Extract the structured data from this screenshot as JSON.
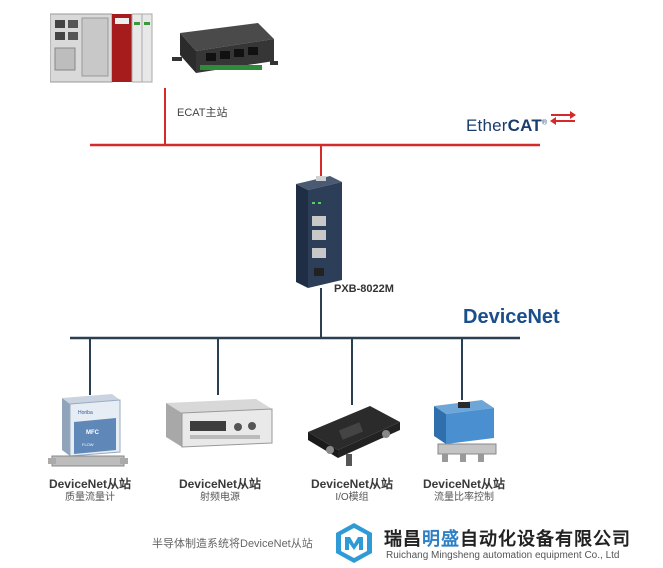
{
  "diagram": {
    "master_label": "ECAT主站",
    "gateway_label": "PXB-8022M",
    "ethercat_logo": {
      "prefix": "Ether",
      "suffix": "CAT",
      "mark": "®"
    },
    "devicenet_logo": "DeviceNet",
    "slaves": [
      {
        "title": "DeviceNet从站",
        "subtitle": "质量流量计"
      },
      {
        "title": "DeviceNet从站",
        "subtitle": "射频电源"
      },
      {
        "title": "DeviceNet从站",
        "subtitle": "I/O模组"
      },
      {
        "title": "DeviceNet从站",
        "subtitle": "流量比率控制"
      }
    ],
    "mfc_labels": {
      "brand": "Horiba",
      "type": "MFC",
      "model": "FLOW"
    },
    "caption": "半导体制造系统将DeviceNet从站",
    "company": {
      "name_part1": "瑞昌",
      "name_highlight": "明盛",
      "name_part2": "自动化设备有限公司",
      "english": "Ruichang Mingsheng automation equipment Co., Ltd"
    },
    "colors": {
      "ethercat_bus": "#d42a2a",
      "devicenet_bus": "#2a3f52",
      "brand_blue": "#1a4f8c"
    }
  }
}
